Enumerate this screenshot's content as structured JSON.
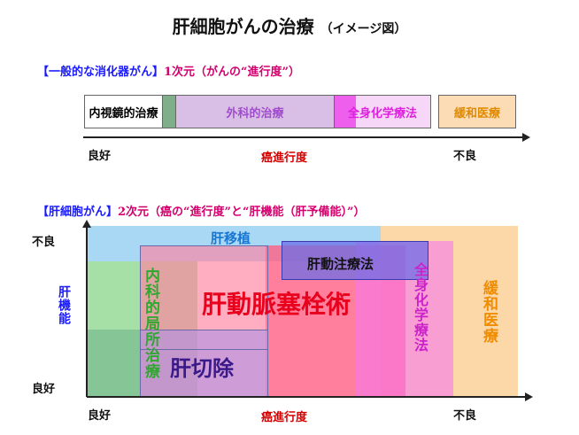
{
  "title": "肝細胞がんの治療",
  "title_sub": "（イメージ図）",
  "section1": {
    "heading_mark": "【一般的な消化器がん】",
    "heading_rest": "1次元（がんの“進行度”）",
    "segments": [
      {
        "label": "内視鏡的治療",
        "color": "#ffffff",
        "text_color": "#000000"
      },
      {
        "label": "",
        "color": "#7fae8a"
      },
      {
        "label": "外科的治療",
        "color": "#d9bfe6",
        "text_color": "#a04ccc"
      },
      {
        "label": "全身化学療法",
        "color": "#ee5fee",
        "text_color": "#ffffff"
      },
      {
        "label": "",
        "color": "#f7d7f7"
      },
      {
        "label": "緩和医療",
        "color": "#fcdcb4",
        "text_color": "#e08a00"
      }
    ],
    "axis_left": "良好",
    "axis_mid": "癌進行度",
    "axis_right": "不良"
  },
  "section2": {
    "heading_mark": "【肝細胞がん】",
    "heading_rest": "2次元（癌の“進行度”と“肝機能（肝予備能）”）",
    "y_top": "不良",
    "y_label": "肝機能",
    "y_bottom": "良好",
    "x_left": "良好",
    "x_mid": "癌進行度",
    "x_right": "不良",
    "regions": {
      "transplant": "肝移植",
      "hai": "肝動注療法",
      "tace": "肝動脈塞栓術",
      "local": "内科的局所治療",
      "resection": "肝切除",
      "chemo": "全身化学療法",
      "palliative": "緩和医療"
    },
    "colors": {
      "transplant": "#a8d8f4",
      "local": "#8fcf8f",
      "tace": "#ff8fa6",
      "resection": "#c7a3dd",
      "hai": "#6f6fe6",
      "chemo": "#f2a7f2",
      "palliative": "#fcd8a8"
    }
  }
}
